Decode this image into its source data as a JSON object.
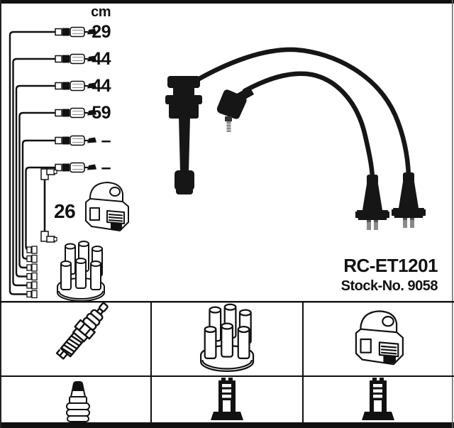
{
  "colors": {
    "ink": "#111111",
    "photo_black": "#161616",
    "metal_grey": "#8a8a8a",
    "background": "#ffffff"
  },
  "length_table": {
    "unit_header": "cm",
    "rows": [
      {
        "length": "29"
      },
      {
        "length": "44"
      },
      {
        "length": "44"
      },
      {
        "length": "59"
      },
      {
        "length": "–"
      },
      {
        "length": "–"
      }
    ],
    "coil_wire_length": "26"
  },
  "product": {
    "code": "RC-ET1201",
    "stock_no": "Stock-No. 9058"
  },
  "parts_grid": {
    "rows": [
      [
        "spark-plug",
        "distributor-cap",
        "ignition-coil"
      ],
      [
        "plug-terminal",
        "distributor-terminal",
        "distributor-terminal"
      ]
    ]
  },
  "icons": {
    "spark-plug": "spark-plug-icon",
    "distributor-cap": "distributor-cap-icon",
    "ignition-coil": "ignition-coil-icon",
    "plug-terminal": "plug-terminal-icon",
    "distributor-terminal": "distributor-terminal-icon",
    "coil-wire": "coil-wire-icon",
    "cable-schematic": "cable-length-schematic-icon",
    "cable-photo": "ignition-cables-photo"
  }
}
